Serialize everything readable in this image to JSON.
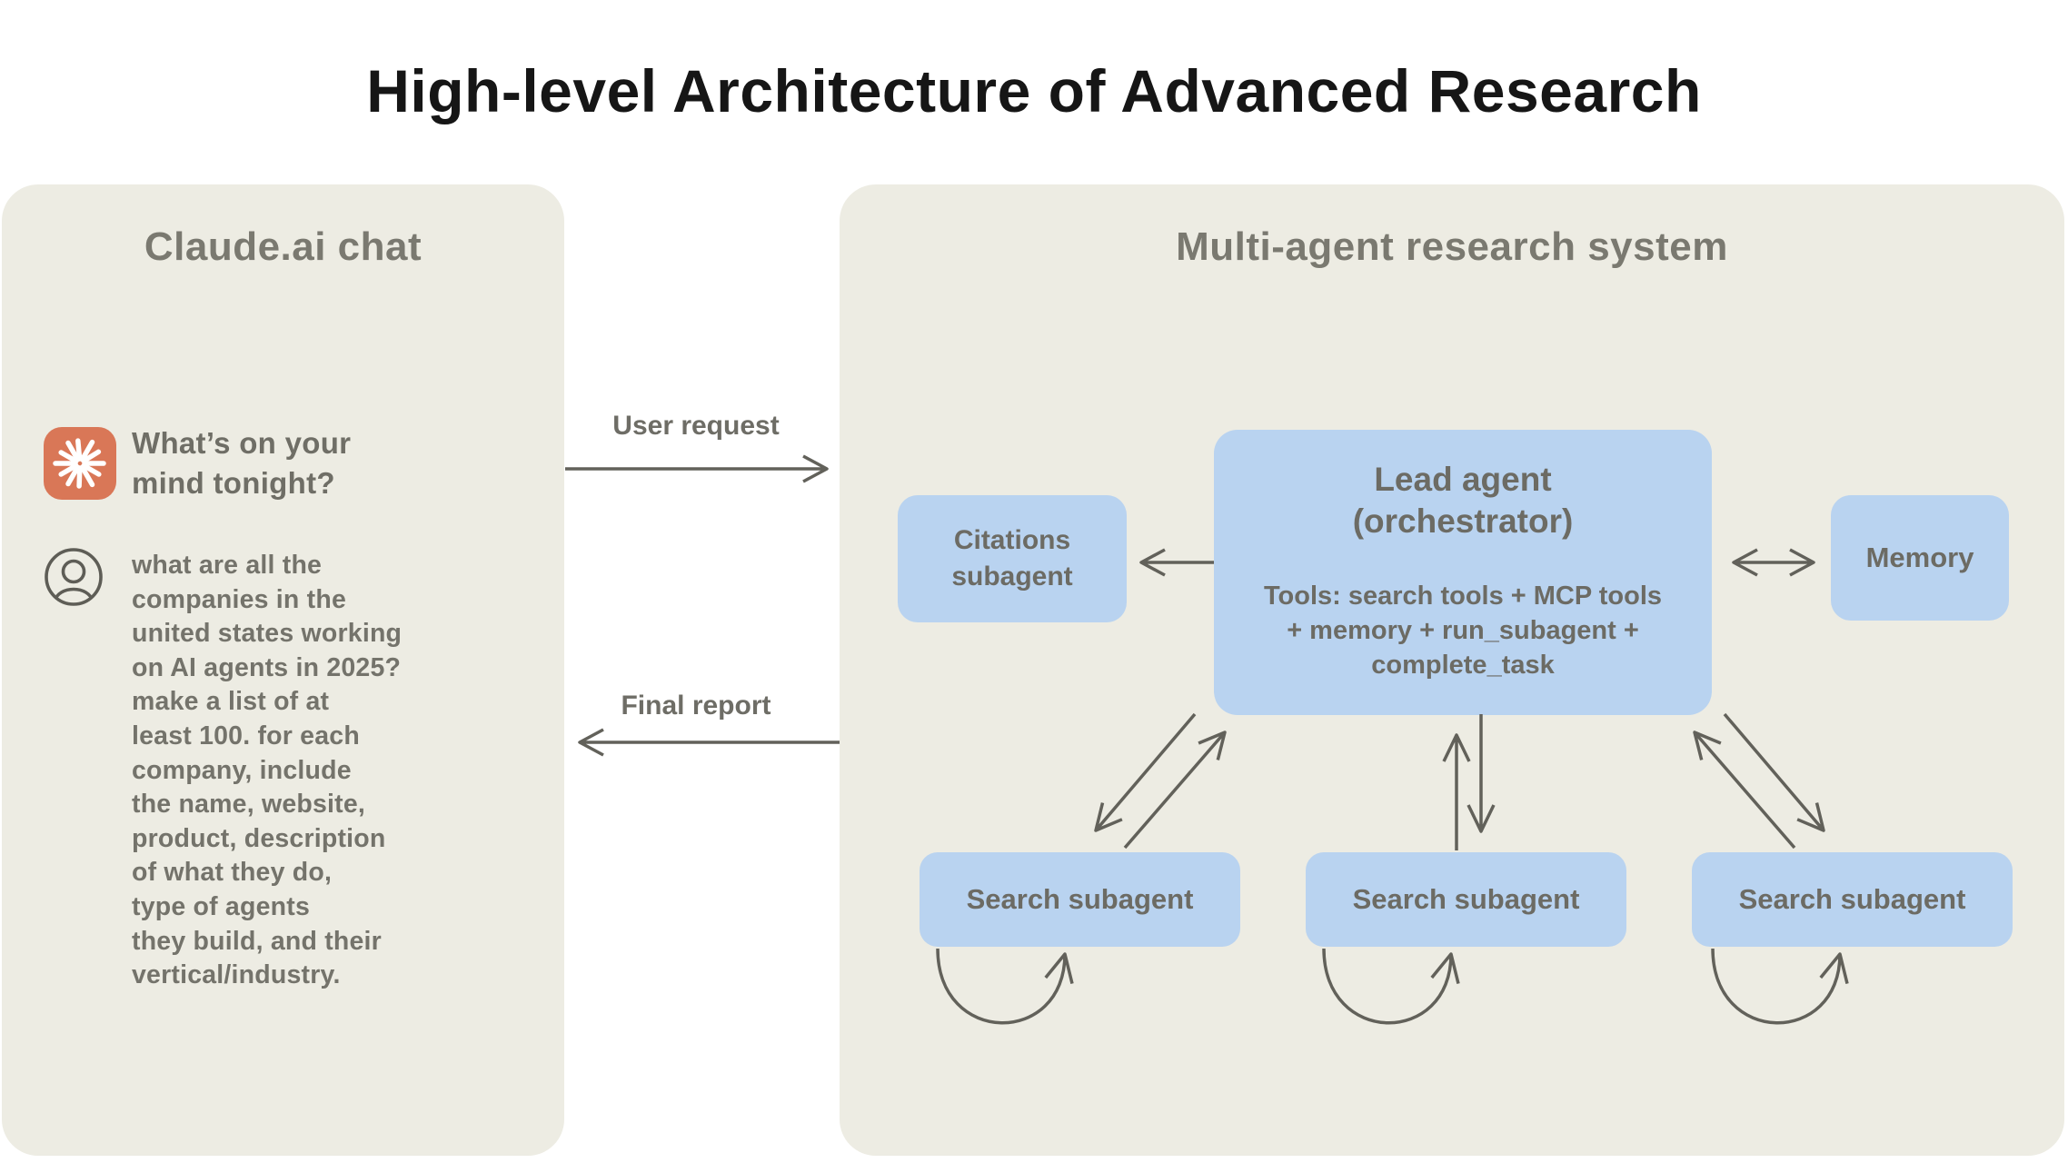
{
  "title": "High-level Architecture of Advanced Research",
  "chat_panel": {
    "title": "Claude.ai chat",
    "prompt": "What’s on your\nmind tonight?",
    "query": "what are all the\ncompanies in the\nunited states working\non AI agents in 2025?\nmake a list of at\nleast 100. for each\ncompany, include\nthe name, website,\nproduct, description\nof what they do,\ntype of agents\nthey build, and their\nvertical/industry."
  },
  "flow_labels": {
    "user_request": "User request",
    "final_report": "Final report"
  },
  "research_panel": {
    "title": "Multi-agent research system",
    "lead_agent": {
      "name": "Lead agent\n(orchestrator)",
      "tools": "Tools: search tools + MCP tools\n+ memory + run_subagent +\ncomplete_task"
    },
    "citations_subagent": "Citations\nsubagent",
    "memory": "Memory",
    "search_subagents": [
      "Search subagent",
      "Search subagent",
      "Search subagent"
    ]
  },
  "colors": {
    "page_background": "#FFFFFF",
    "panel_background": "#EDECE3",
    "node_blue": "#B9D3F0",
    "heading_gray": "#7A7970",
    "text_gray": "#6F6E66",
    "arrow_gray": "#62615A",
    "claude_orange": "#D97757",
    "title_black": "#161616"
  }
}
